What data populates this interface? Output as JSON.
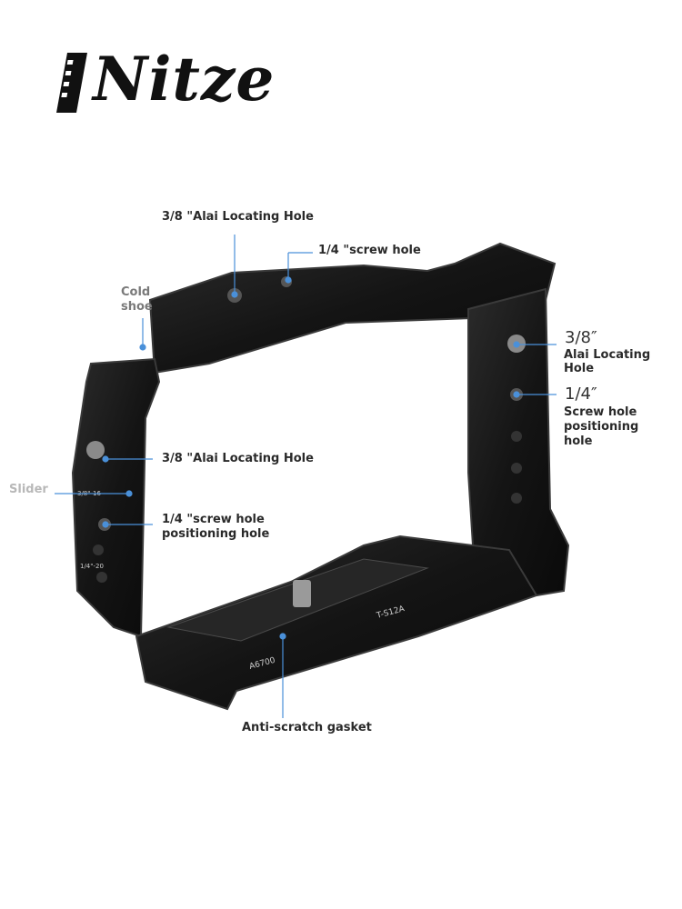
{
  "brand": {
    "name": "Nitze"
  },
  "engravings": {
    "model": "A6700",
    "part": "T-S12A",
    "m1": "3/8\"-16",
    "m2": "1/4\"-20"
  },
  "callouts": {
    "top_alai": "3/8 \"Alai Locating Hole",
    "top_screw": "1/4 \"screw hole",
    "cold_shoe_1": "Cold",
    "cold_shoe_2": "shoe",
    "right_alai_size": "3/8″",
    "right_alai_1": "Alai Locating",
    "right_alai_2": "Hole",
    "right_screw_size": "1/4″",
    "right_screw_1": "Screw hole",
    "right_screw_2": "positioning",
    "right_screw_3": "hole",
    "left_alai": "3/8 \"Alai Locating Hole",
    "slider": "Slider",
    "left_screw_1": "1/4 \"screw hole",
    "left_screw_2": "positioning hole",
    "gasket": "Anti-scratch gasket"
  },
  "colors": {
    "metal": "#151515",
    "edge": "#3a3a3a",
    "accent": "#4a90d9"
  }
}
